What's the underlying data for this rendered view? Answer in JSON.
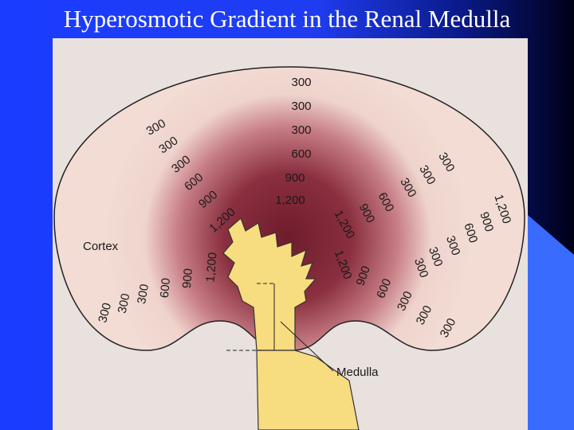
{
  "slide": {
    "title": "Hyperosmotic Gradient in the Renal Medulla",
    "background_color": "#1f3cf0",
    "accent_color": "#3a6bff"
  },
  "diagram": {
    "labels": {
      "cortex": "Cortex",
      "medulla": "Medulla"
    },
    "gradient_values": [
      "300",
      "300",
      "300",
      "600",
      "900",
      "1,200",
      "300",
      "300",
      "300",
      "600",
      "900",
      "1,200",
      "300",
      "300",
      "300",
      "600",
      "900",
      "1,200",
      "300",
      "300",
      "300",
      "600",
      "900",
      "1,200",
      "300",
      "300",
      "300",
      "600",
      "900",
      "1,200",
      "300",
      "300",
      "300",
      "600",
      "900",
      "1,200"
    ],
    "colors": {
      "outer_cortex": "#f0d6cf",
      "inner_medulla": "#8a2f3f",
      "pelvis": "#f7dc80"
    }
  }
}
